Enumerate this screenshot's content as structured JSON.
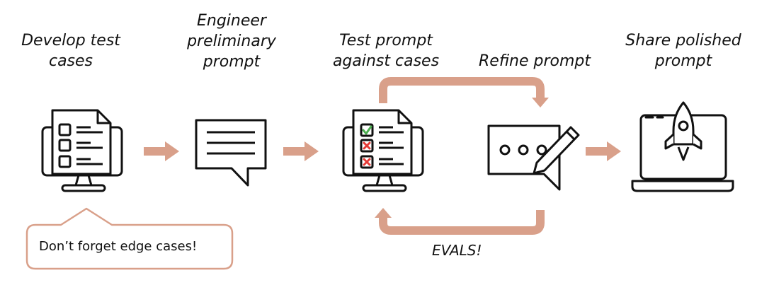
{
  "steps": [
    {
      "label": "Develop test\ncases",
      "icon": "monitor-checklist-icon"
    },
    {
      "label": "Engineer\npreliminary\nprompt",
      "icon": "speech-bubble-icon"
    },
    {
      "label": "Test prompt\nagainst cases",
      "icon": "monitor-graded-checklist-icon"
    },
    {
      "label": "Refine prompt",
      "icon": "chat-pencil-icon"
    },
    {
      "label": "Share polished\nprompt",
      "icon": "laptop-rocket-icon"
    }
  ],
  "callout": {
    "text": "Don’t forget edge cases!"
  },
  "loop": {
    "label": "EVALS!"
  },
  "colors": {
    "accent": "#D9A08A",
    "line": "#111111",
    "check": "#4CAF50",
    "cross": "#E53935"
  }
}
